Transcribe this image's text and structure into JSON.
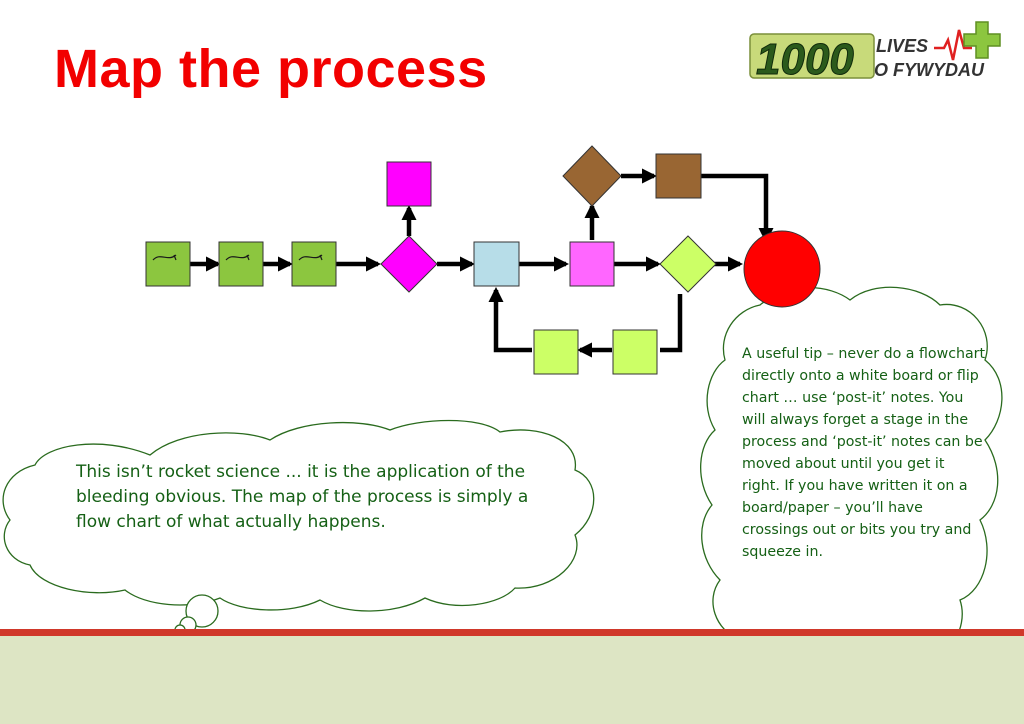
{
  "slide": {
    "title": "Map the process"
  },
  "logo": {
    "number": "1000",
    "line1": "LIVES",
    "line2": "O FYWYDAU",
    "colors": {
      "number": "#2b5a1c",
      "box": "#c8da7a",
      "text": "#333333",
      "pulse": "#e02020",
      "cross": "#8cc63f"
    }
  },
  "flowchart": {
    "node_colors": {
      "green_step": "#8cc63f",
      "magenta": "#ff00ff",
      "light_blue": "#b7dde8",
      "pink": "#ff66ff",
      "lime": "#ccff66",
      "brown": "#996633",
      "end": "#ff0000"
    },
    "arrow_color": "#000000"
  },
  "clouds": {
    "left_text": "This isn’t rocket science ... it is the application of the bleeding obvious. The map of the process is simply a flow chart of what actually happens.",
    "right_text": "A useful tip – never do a flowchart directly onto a white board or flip chart … use ‘post-it’ notes. You will always forget a stage in the process and ‘post-it’ notes can be moved about until you get it right. If you have written it on a board/paper – you’ll have crossings out or bits you try and squeeze in.",
    "text_color": "#156015"
  },
  "footer": {
    "line_color": "#d0382a",
    "band_color": "#dde5c4"
  }
}
